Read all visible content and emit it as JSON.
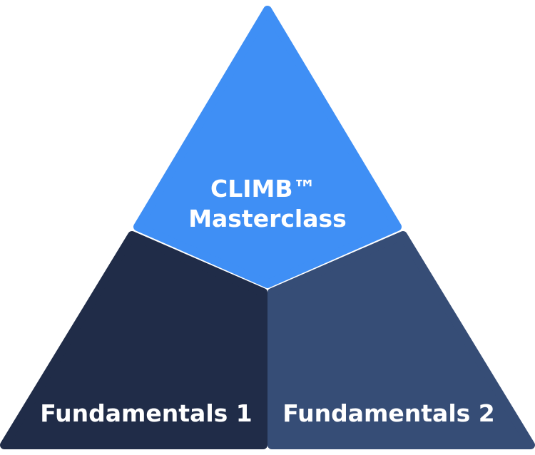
{
  "diagram": {
    "segments": [
      {
        "id": "top",
        "label_lines": [
          "CLIMB™",
          "Masterclass"
        ],
        "color": "#3F8FF5"
      },
      {
        "id": "bottom-left",
        "label_lines": [
          "Fundamentals 1"
        ],
        "color": "#202C48"
      },
      {
        "id": "bottom-right",
        "label_lines": [
          "Fundamentals 2"
        ],
        "color": "#364D76"
      }
    ]
  }
}
